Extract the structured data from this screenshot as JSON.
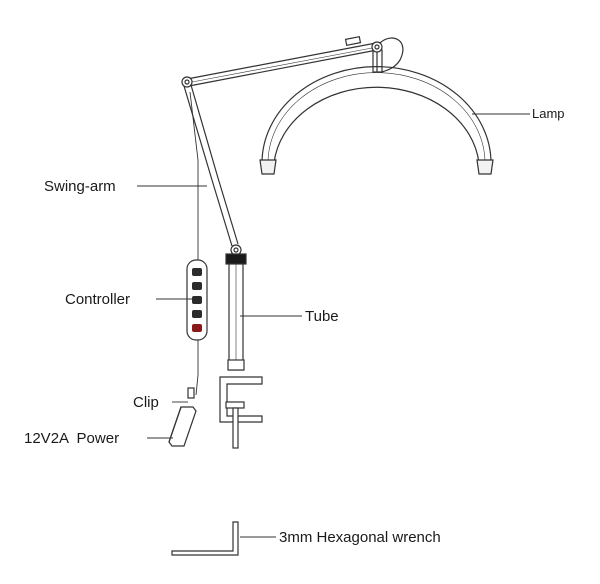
{
  "labels": {
    "lamp": "Lamp",
    "swing_arm": "Swing-arm",
    "controller": "Controller",
    "tube": "Tube",
    "clip": "Clip",
    "power": "12V2A  Power",
    "wrench": "3mm Hexagonal wrench"
  },
  "controller": {
    "buttons": [
      {
        "label": "",
        "color": "#2b2b2b"
      },
      {
        "label": "",
        "color": "#2b2b2b"
      },
      {
        "label": "",
        "color": "#2b2b2b"
      },
      {
        "label": "",
        "color": "#2b2b2b"
      },
      {
        "label": "",
        "color": "#8a1a1a"
      }
    ]
  },
  "colors": {
    "stroke": "#333333",
    "text": "#1a1a1a"
  }
}
